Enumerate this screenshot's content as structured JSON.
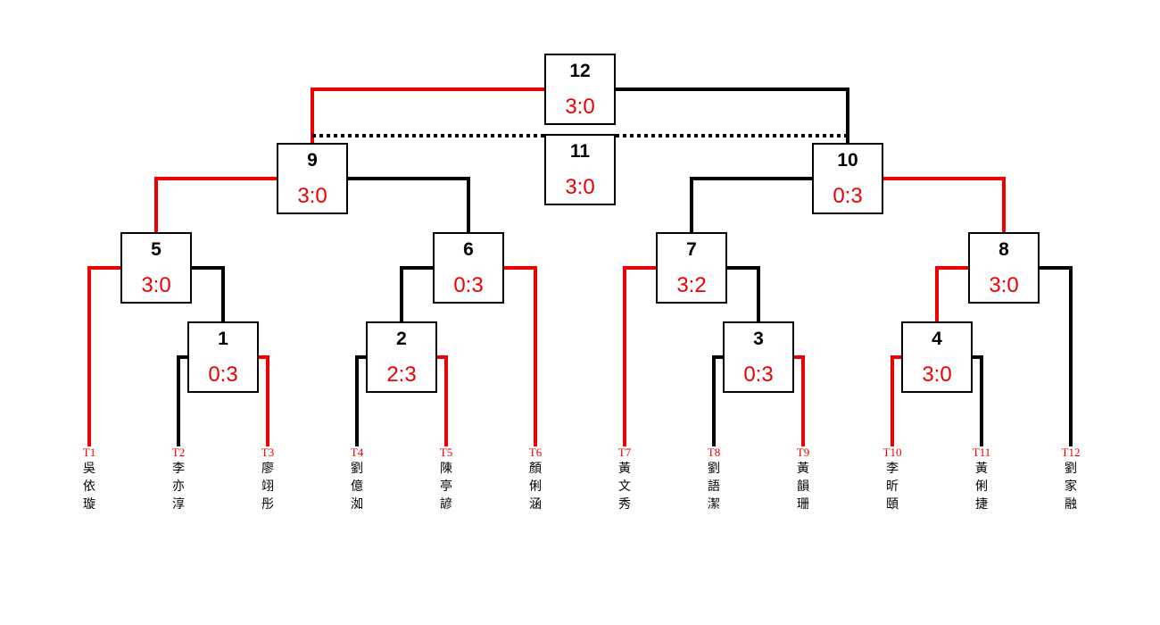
{
  "colors": {
    "winner_line": "#ee0000",
    "loser_line": "#000000",
    "score": "#ee0000",
    "box_border": "#000000"
  },
  "matches": [
    {
      "id": "m1",
      "number": "1",
      "score": "0:3"
    },
    {
      "id": "m2",
      "number": "2",
      "score": "2:3"
    },
    {
      "id": "m3",
      "number": "3",
      "score": "0:3"
    },
    {
      "id": "m4",
      "number": "4",
      "score": "3:0"
    },
    {
      "id": "m5",
      "number": "5",
      "score": "3:0"
    },
    {
      "id": "m6",
      "number": "6",
      "score": "0:3"
    },
    {
      "id": "m7",
      "number": "7",
      "score": "3:2"
    },
    {
      "id": "m8",
      "number": "8",
      "score": "3:0"
    },
    {
      "id": "m9",
      "number": "9",
      "score": "3:0"
    },
    {
      "id": "m10",
      "number": "10",
      "score": "0:3"
    },
    {
      "id": "m11",
      "number": "11",
      "score": "3:0"
    },
    {
      "id": "m12",
      "number": "12",
      "score": "3:0"
    }
  ],
  "players": [
    {
      "seed": "T1",
      "name": [
        "吳",
        "依",
        "璇"
      ]
    },
    {
      "seed": "T2",
      "name": [
        "李",
        "亦",
        "淳"
      ]
    },
    {
      "seed": "T3",
      "name": [
        "廖",
        "翊",
        "彤"
      ]
    },
    {
      "seed": "T4",
      "name": [
        "劉",
        "億",
        "洳"
      ]
    },
    {
      "seed": "T5",
      "name": [
        "陳",
        "亭",
        "諺"
      ]
    },
    {
      "seed": "T6",
      "name": [
        "顏",
        "俐",
        "涵"
      ]
    },
    {
      "seed": "T7",
      "name": [
        "黃",
        "文",
        "秀"
      ]
    },
    {
      "seed": "T8",
      "name": [
        "劉",
        "語",
        "潔"
      ]
    },
    {
      "seed": "T9",
      "name": [
        "黃",
        "韻",
        "珊"
      ]
    },
    {
      "seed": "T10",
      "name": [
        "李",
        "昕",
        "頤"
      ]
    },
    {
      "seed": "T11",
      "name": [
        "黃",
        "俐",
        "捷"
      ]
    },
    {
      "seed": "T12",
      "name": [
        "劉",
        "家",
        "融"
      ]
    }
  ]
}
